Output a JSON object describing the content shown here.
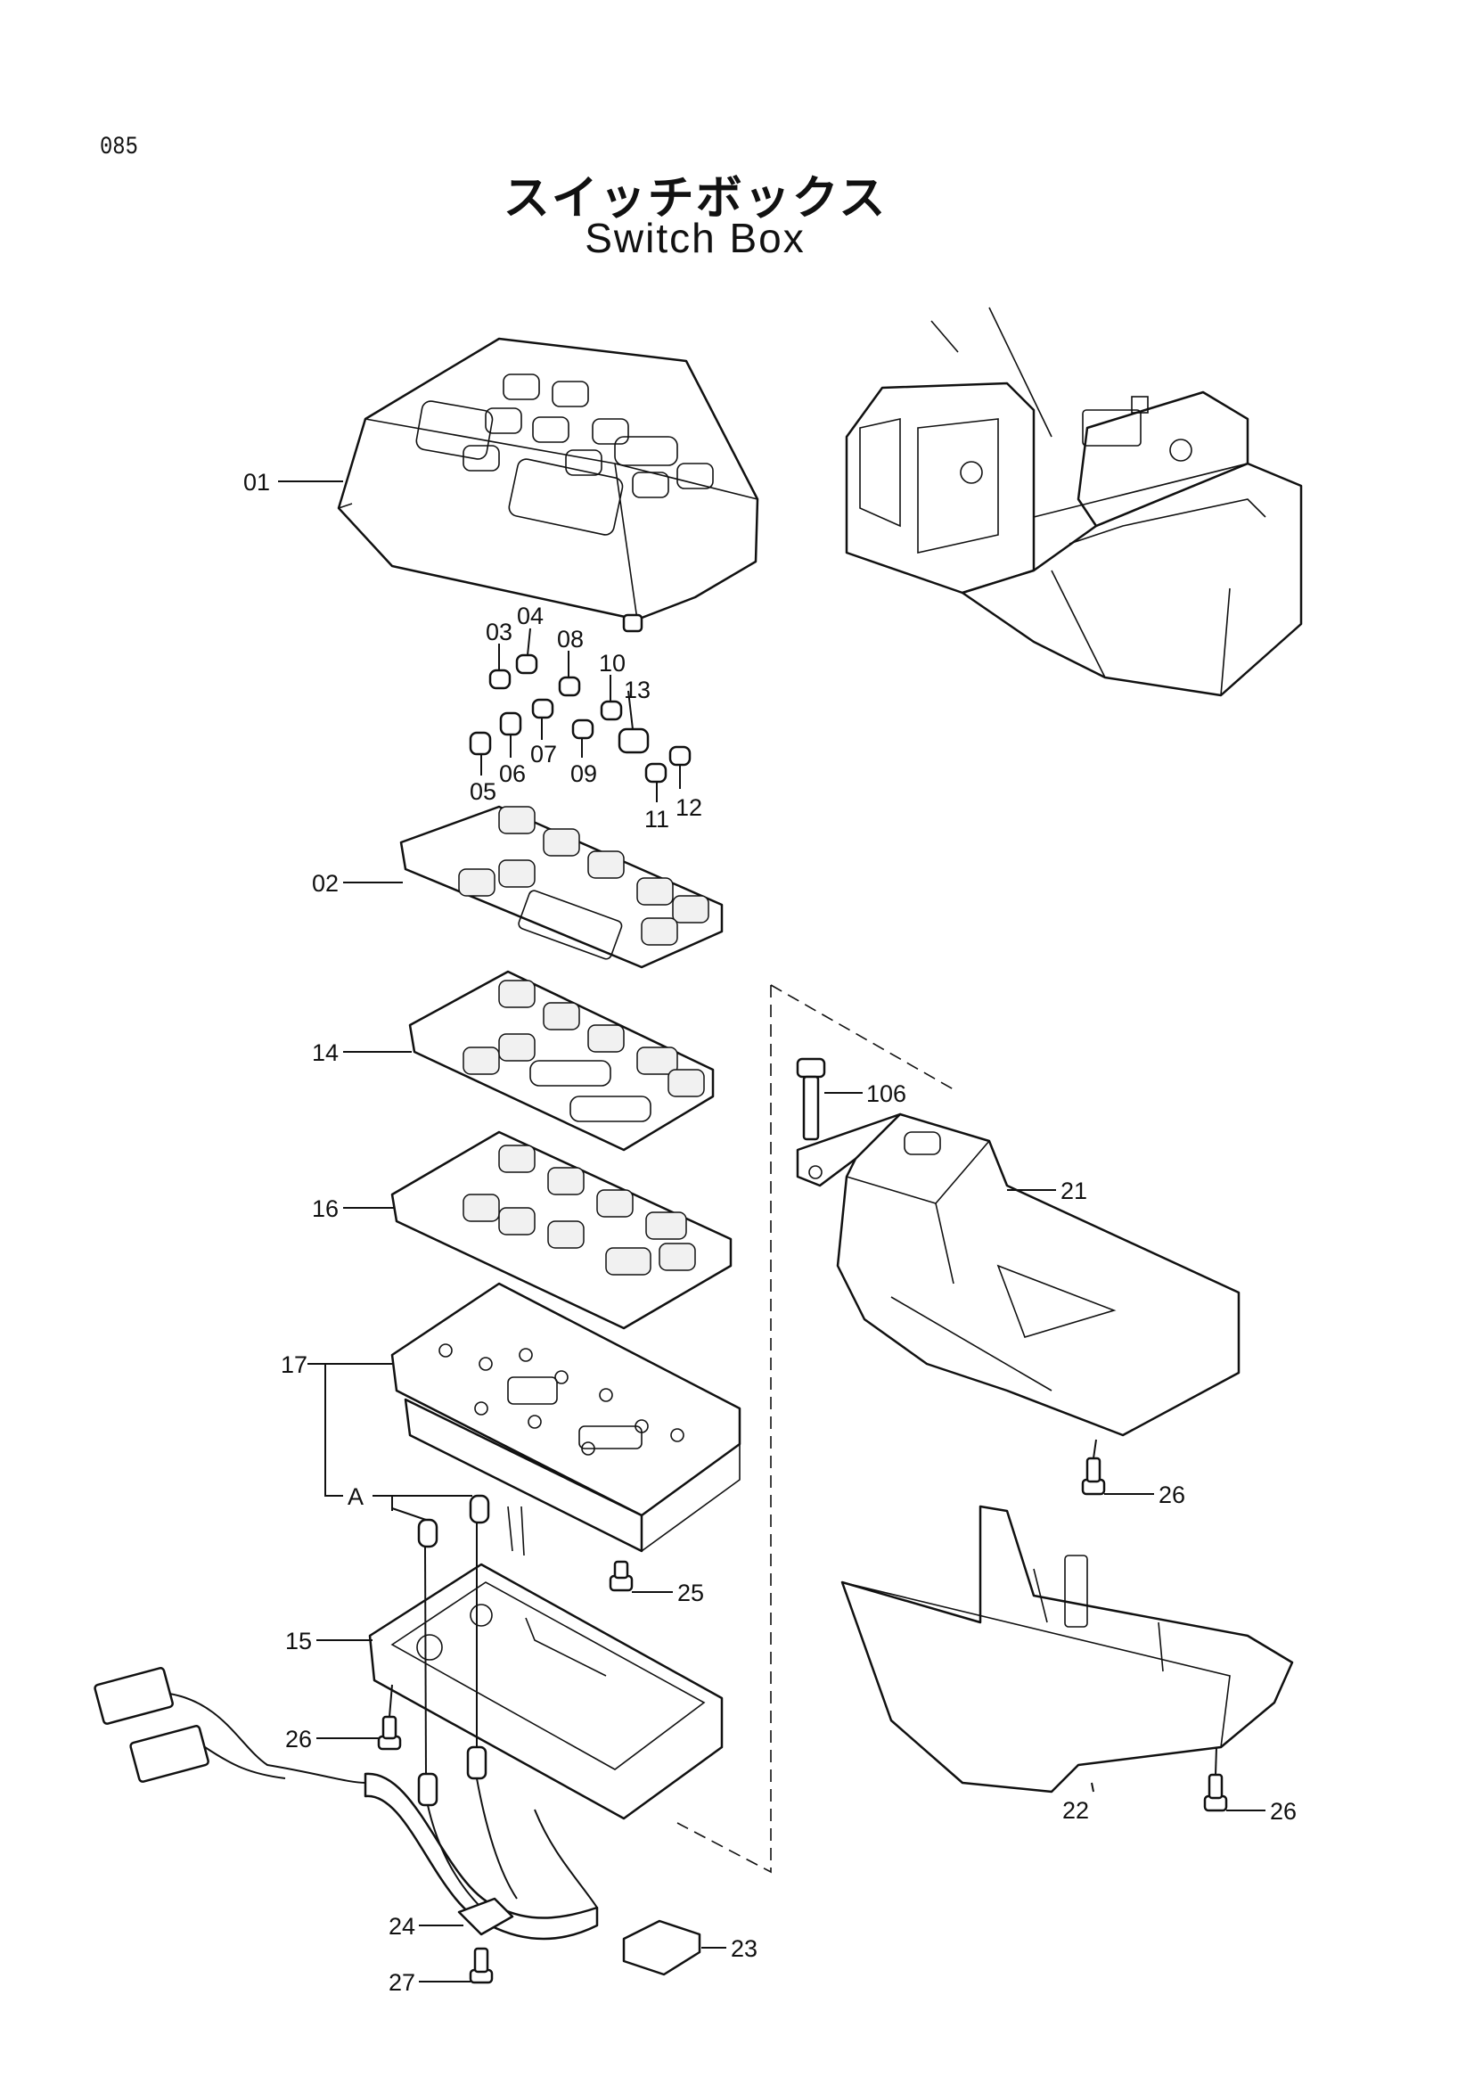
{
  "page_number": "085",
  "title_japanese": "スイッチボックス",
  "title_english": "Switch Box",
  "callouts": {
    "p01": "01",
    "p02": "02",
    "p03": "03",
    "p04": "04",
    "p05": "05",
    "p06": "06",
    "p07": "07",
    "p08": "08",
    "p09": "09",
    "p10": "10",
    "p11": "11",
    "p12": "12",
    "p13": "13",
    "p14": "14",
    "p15": "15",
    "p16": "16",
    "p17": "17",
    "p21": "21",
    "p22": "22",
    "p23": "23",
    "p24": "24",
    "p25": "25",
    "p26a": "26",
    "p26b": "26",
    "p26c": "26",
    "p27": "27",
    "p106": "106",
    "subA": "A"
  }
}
